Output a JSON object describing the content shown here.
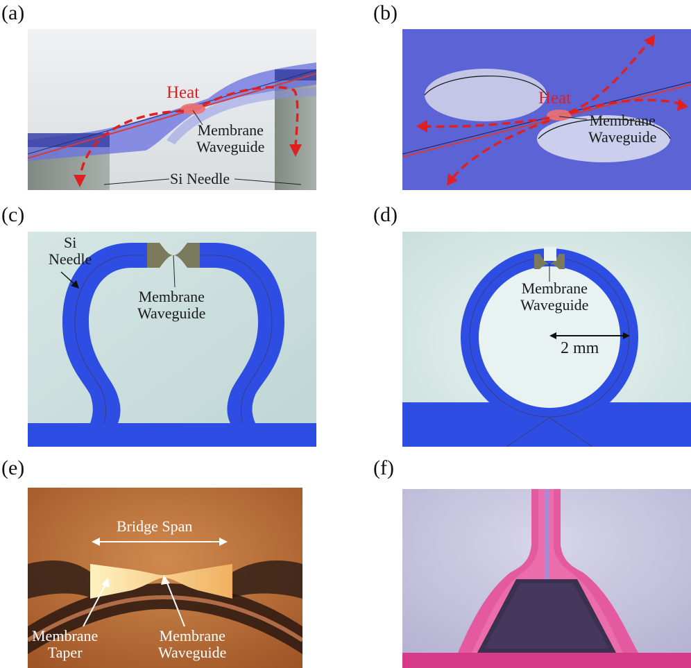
{
  "panel_labels": {
    "a": "(a)",
    "b": "(b)",
    "c": "(c)",
    "d": "(d)",
    "e": "(e)",
    "f": "(f)"
  },
  "panel_a": {
    "heat": "Heat",
    "waveguide_1": "Membrane",
    "waveguide_2": "Waveguide",
    "needle": "Si Needle"
  },
  "panel_b": {
    "heat": "Heat",
    "waveguide_1": "Membrane",
    "waveguide_2": "Waveguide"
  },
  "panel_c": {
    "needle_1": "Si",
    "needle_2": "Needle",
    "waveguide_1": "Membrane",
    "waveguide_2": "Waveguide"
  },
  "panel_d": {
    "waveguide_1": "Membrane",
    "waveguide_2": "Waveguide",
    "scale": "2 mm"
  },
  "panel_e": {
    "span": "Bridge Span",
    "taper_1": "Membrane",
    "taper_2": "Taper",
    "waveguide_1": "Membrane",
    "waveguide_2": "Waveguide"
  },
  "colors": {
    "membrane_blue": "#5f66d8",
    "needle_blue": "#2f4fe0",
    "heat_red": "#e02020",
    "copper": "#b86a32",
    "magenta": "#d83a8a"
  }
}
